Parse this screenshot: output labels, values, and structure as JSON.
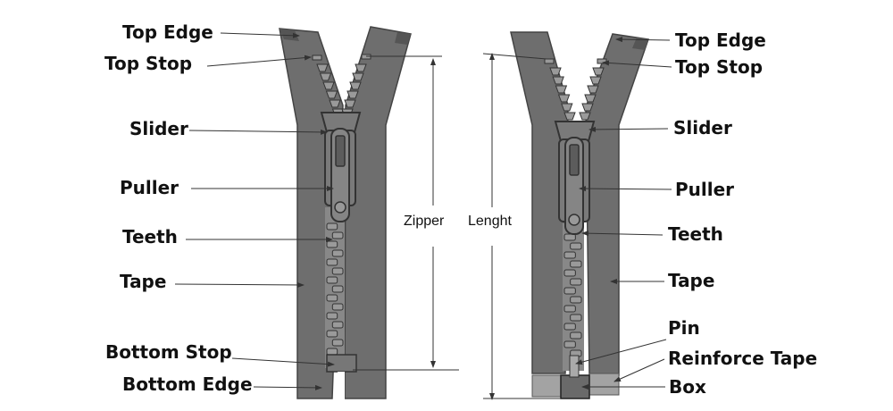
{
  "diagram": {
    "left_zipper": {
      "labels": {
        "top_edge": "Top Edge",
        "top_stop": "Top Stop",
        "slider": "Slider",
        "puller": "Puller",
        "teeth": "Teeth",
        "tape": "Tape",
        "bottom_stop": "Bottom Stop",
        "bottom_edge": "Bottom Edge"
      }
    },
    "right_zipper": {
      "labels": {
        "top_edge": "Top Edge",
        "top_stop": "Top Stop",
        "slider": "Slider",
        "puller": "Puller",
        "teeth": "Teeth",
        "tape": "Tape",
        "pin": "Pin",
        "reinforce_tape": "Reinforce Tape",
        "box": "Box"
      }
    },
    "dimensions": {
      "zipper": "Zipper",
      "length": "Lenght"
    },
    "colors": {
      "tape": "#6e6e6e",
      "tape_dark": "#4a4a4a",
      "teeth": "#8a8a8a",
      "reinforce": "#a3a3a3",
      "leader": "#333333"
    }
  }
}
